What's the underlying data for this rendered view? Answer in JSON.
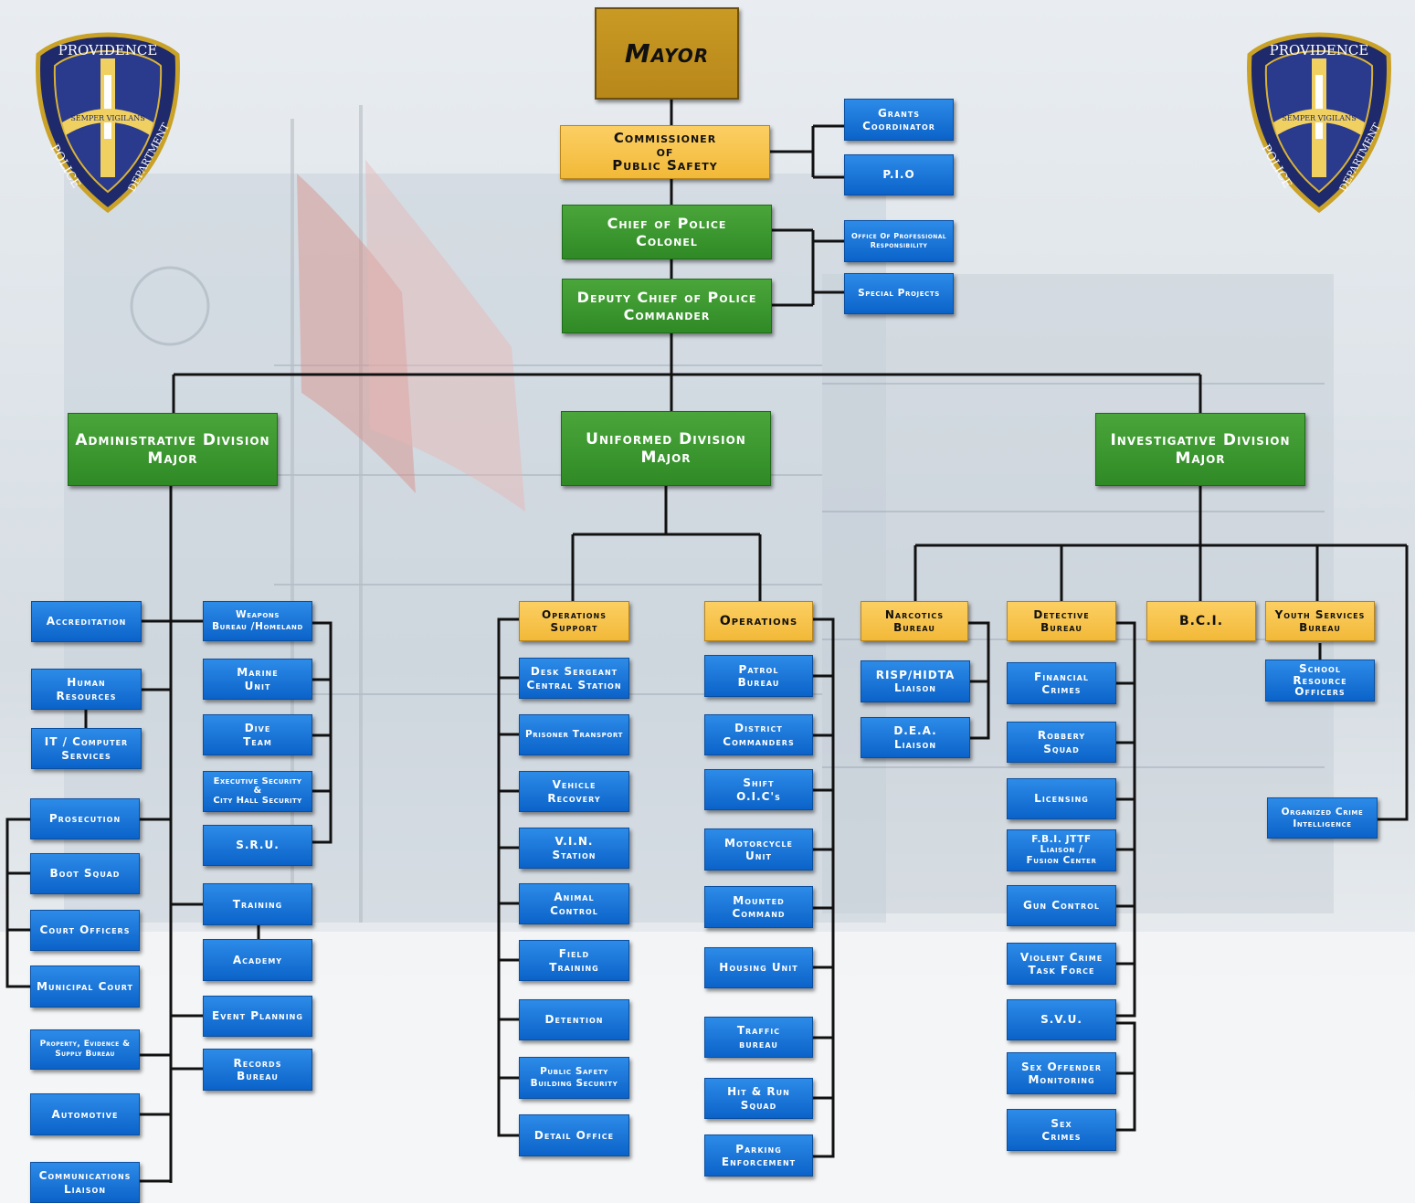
{
  "badge": {
    "line1": "PROVIDENCE",
    "line2": "POLICE",
    "line3": "DEPARTMENT",
    "motto": "SEMPER VIGILANS"
  },
  "colors": {
    "blue": "#0b63c9",
    "green": "#2f8a26",
    "yellow": "#f2b938",
    "gold": "#b8871a",
    "connector": "#111111"
  },
  "executive": {
    "mayor": "Mayor",
    "commissioner": "Commissioner\nof\nPublic Safety",
    "chief": "Chief of Police\nColonel",
    "deputy": "Deputy Chief of Police\nCommander",
    "grants": "Grants\nCoordinator",
    "pio": "P.I.O",
    "opr": "Office Of Professional\nResponsibility",
    "special_projects": "Special Projects"
  },
  "divisions": {
    "administrative": "Administrative Division\nMajor",
    "uniformed": "Uniformed Division\nMajor",
    "investigative": "Investigative Division\nMajor"
  },
  "admin": {
    "accreditation": "Accreditation",
    "human_resources": "Human\nResources",
    "it": "IT / Computer\nServices",
    "prosecution": "Prosecution",
    "boot_squad": "Boot Squad",
    "court_officers": "Court Officers",
    "municipal_court": "Municipal Court",
    "property": "Property, Evidence &\nSupply Bureau",
    "automotive": "Automotive",
    "communications": "Communications\nLiaison",
    "weapons": "Weapons\nBureau /Homeland",
    "marine": "Marine\nUnit",
    "dive": "Dive\nTeam",
    "exec_security": "Executive Security\n&\nCity Hall Security",
    "sru": "S.R.U.",
    "training": "Training",
    "academy": "Academy",
    "event_planning": "Event Planning",
    "records": "Records\nBureau"
  },
  "uniformed": {
    "ops_support": "Operations\nSupport",
    "desk_sergeant": "Desk Sergeant\nCentral Station",
    "prisoner_transport": "Prisoner Transport",
    "vehicle_recovery": "Vehicle\nRecovery",
    "vin_station": "V.I.N.\nStation",
    "animal_control": "Animal\nControl",
    "field_training": "Field\nTraining",
    "detention": "Detention",
    "public_safety_bldg": "Public Safety\nBuilding Security",
    "detail_office": "Detail Office",
    "operations": "Operations",
    "patrol": "Patrol\nBureau",
    "district_commanders": "District\nCommanders",
    "shift_oics": "Shift\nO.I.C's",
    "motorcycle": "Motorcycle\nUnit",
    "mounted": "Mounted\nCommand",
    "housing": "Housing Unit",
    "traffic": "Traffic\nbureau",
    "hit_run": "Hit & Run\nSquad",
    "parking": "Parking\nEnforcement"
  },
  "investigative": {
    "narcotics": "Narcotics\nBureau",
    "risp": "RISP/HIDTA\nLiaison",
    "dea": "D.E.A.\nLiaison",
    "detective": "Detective\nBureau",
    "financial": "Financial\nCrimes",
    "robbery": "Robbery\nSquad",
    "licensing": "Licensing",
    "fbi": "F.B.I.  JTTF\nLiaison /\nFusion Center",
    "gun_control": "Gun Control",
    "violent_crime": "Violent Crime\nTask Force",
    "svu": "S.V.U.",
    "sex_offender": "Sex Offender\nMonitoring",
    "sex_crimes": "Sex\nCrimes",
    "bci": "B.C.I.",
    "youth": "Youth Services\nBureau",
    "school": "School\nResource\nOfficers",
    "organized_crime": "Organized Crime\nIntelligence"
  }
}
